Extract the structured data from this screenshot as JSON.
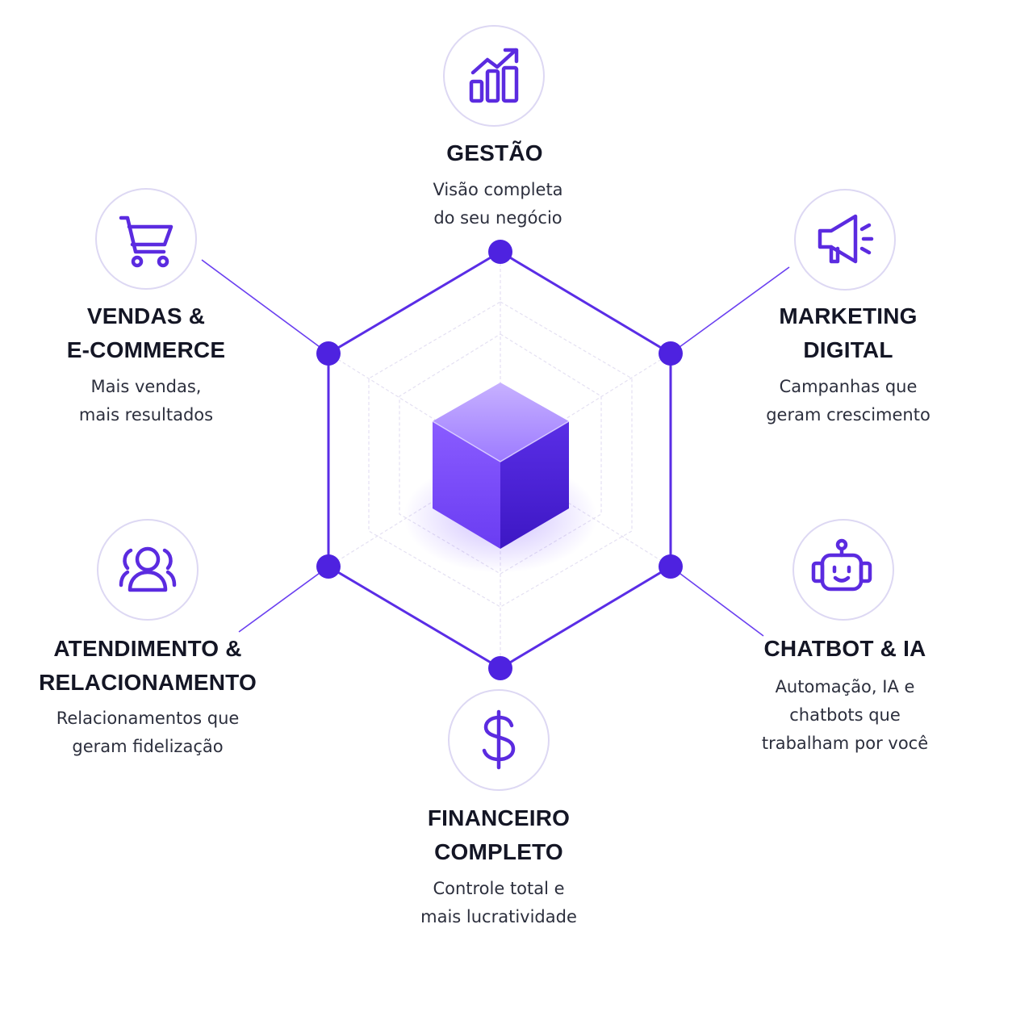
{
  "colors": {
    "accent": "#5b2be0",
    "hexagon_stroke": "#5a2de6",
    "text_dark": "#141625",
    "text_body": "#2c2f3d",
    "icon_ring": "#ddd8f3",
    "cube_top": "#b89cff",
    "cube_left": "#7c4dff",
    "cube_right": "#4a1fd6"
  },
  "nodes": {
    "gestao": {
      "icon": "bar-chart-growth-icon",
      "title": [
        "GESTÃO"
      ],
      "description": [
        "Visão completa",
        "do seu negócio"
      ]
    },
    "marketing": {
      "icon": "megaphone-icon",
      "title": [
        "MARKETING",
        "DIGITAL"
      ],
      "description": [
        "Campanhas que",
        "geram crescimento"
      ]
    },
    "chatbot": {
      "icon": "robot-icon",
      "title": [
        "CHATBOT & IA"
      ],
      "description": [
        "Automação, IA e",
        "chatbots que",
        "trabalham por você"
      ]
    },
    "financeiro": {
      "icon": "dollar-sign-icon",
      "title": [
        "FINANCEIRO",
        "COMPLETO"
      ],
      "description": [
        "Controle total e",
        "mais lucratividade"
      ]
    },
    "atendimento": {
      "icon": "users-icon",
      "title": [
        "ATENDIMENTO &",
        "RELACIONAMENTO"
      ],
      "description": [
        "Relacionamentos que",
        "geram fidelização"
      ]
    },
    "vendas": {
      "icon": "shopping-cart-icon",
      "title": [
        "VENDAS &",
        "E-COMMERCE"
      ],
      "description": [
        "Mais vendas,",
        "mais resultados"
      ]
    }
  }
}
